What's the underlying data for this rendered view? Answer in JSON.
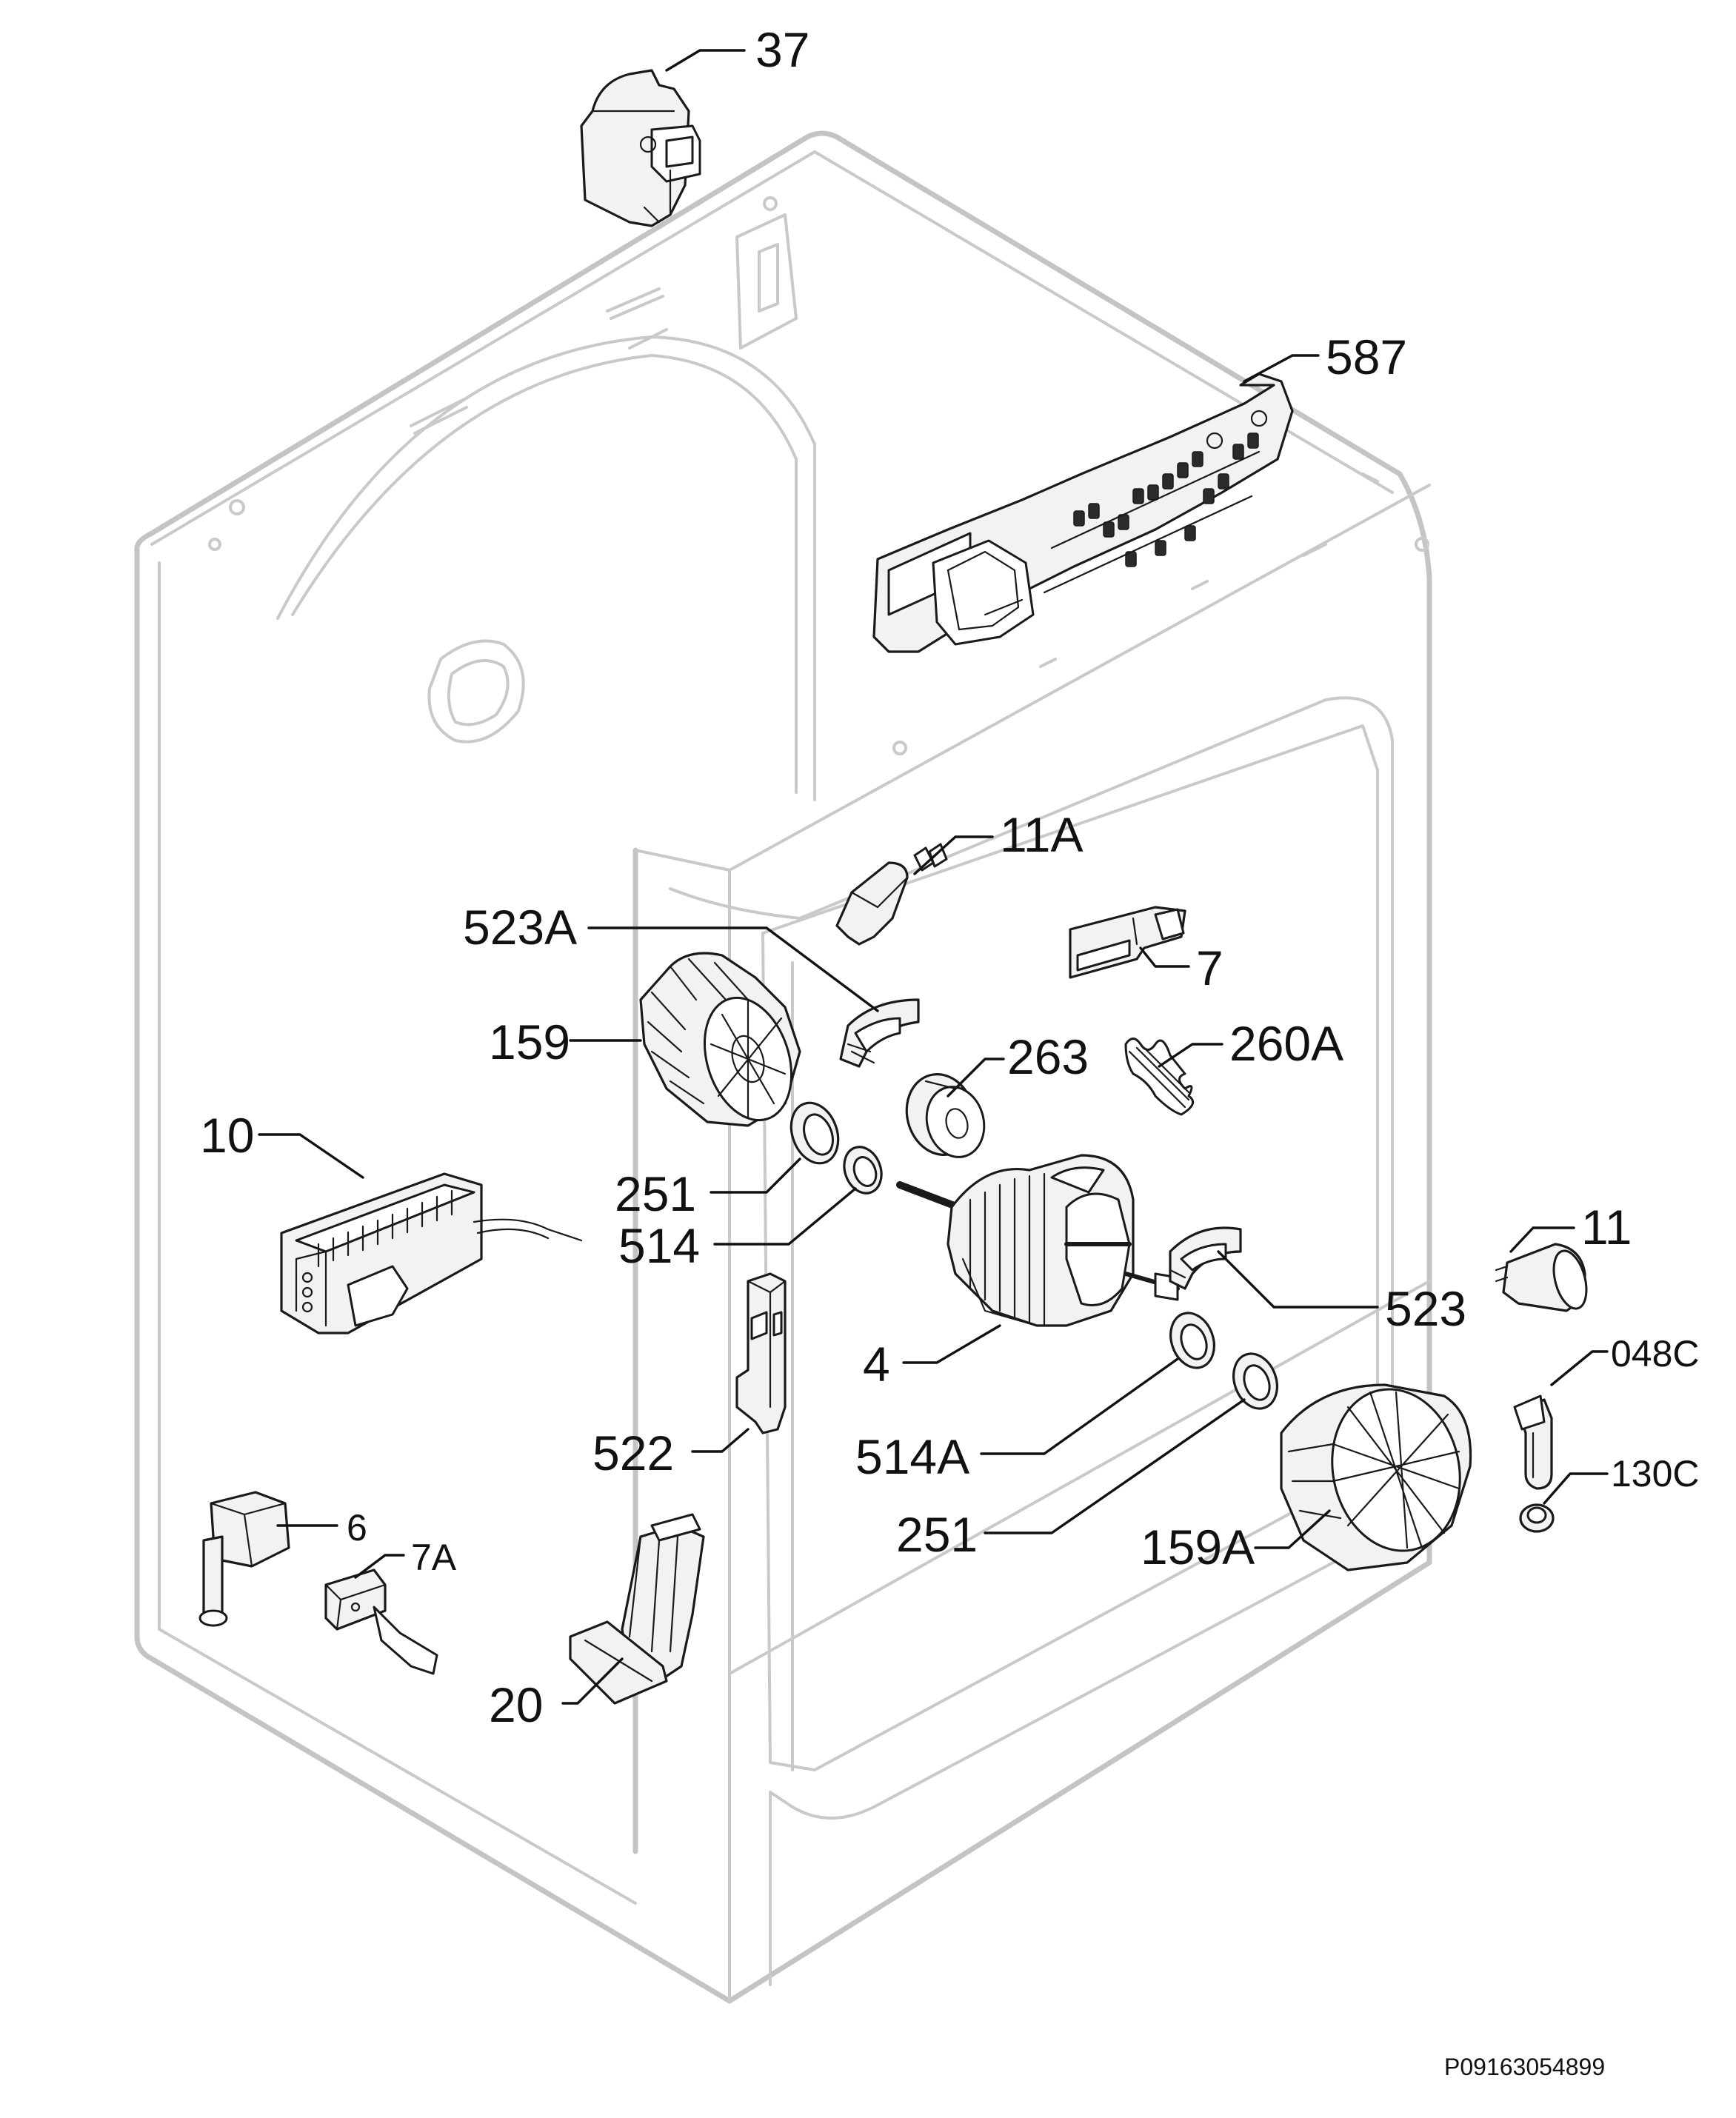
{
  "diagram": {
    "labels": {
      "p37": "37",
      "p587": "587",
      "p11A": "11A",
      "p7": "7",
      "p523A": "523A",
      "p159": "159",
      "p263": "263",
      "p260A": "260A",
      "p10": "10",
      "p251a": "251",
      "p514": "514",
      "p11": "11",
      "p523": "523",
      "p4": "4",
      "p048C": "048C",
      "p522": "522",
      "p514A": "514A",
      "p130C": "130C",
      "p251b": "251",
      "p159A": "159A",
      "p6": "6",
      "p7A": "7A",
      "p20": "20"
    },
    "reference": "P09163054899"
  }
}
